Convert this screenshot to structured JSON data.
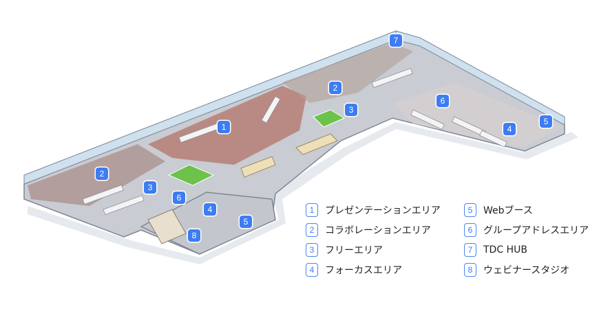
{
  "map": {
    "markers": [
      {
        "id": "1",
        "label": "1"
      },
      {
        "id": "2a",
        "label": "2"
      },
      {
        "id": "2b",
        "label": "2"
      },
      {
        "id": "3a",
        "label": "3"
      },
      {
        "id": "3b",
        "label": "3"
      },
      {
        "id": "4a",
        "label": "4"
      },
      {
        "id": "4b",
        "label": "4"
      },
      {
        "id": "5a",
        "label": "5"
      },
      {
        "id": "5b",
        "label": "5"
      },
      {
        "id": "6a",
        "label": "6"
      },
      {
        "id": "6b",
        "label": "6"
      },
      {
        "id": "7",
        "label": "7"
      },
      {
        "id": "8",
        "label": "8"
      }
    ],
    "colors": {
      "marker": "#3d7cf2",
      "presentation_floor": "#b98a84",
      "green": "#6cc24a",
      "floor": "#c9ccd2",
      "wall": "#8f98a8"
    }
  },
  "legend": [
    {
      "num": "1",
      "label": "プレゼンテーションエリア"
    },
    {
      "num": "2",
      "label": "コラボレーションエリア"
    },
    {
      "num": "3",
      "label": "フリーエリア"
    },
    {
      "num": "4",
      "label": "フォーカスエリア"
    },
    {
      "num": "5",
      "label": "Webブース"
    },
    {
      "num": "6",
      "label": "グループアドレスエリア"
    },
    {
      "num": "7",
      "label": "TDC HUB"
    },
    {
      "num": "8",
      "label": "ウェビナースタジオ"
    }
  ]
}
